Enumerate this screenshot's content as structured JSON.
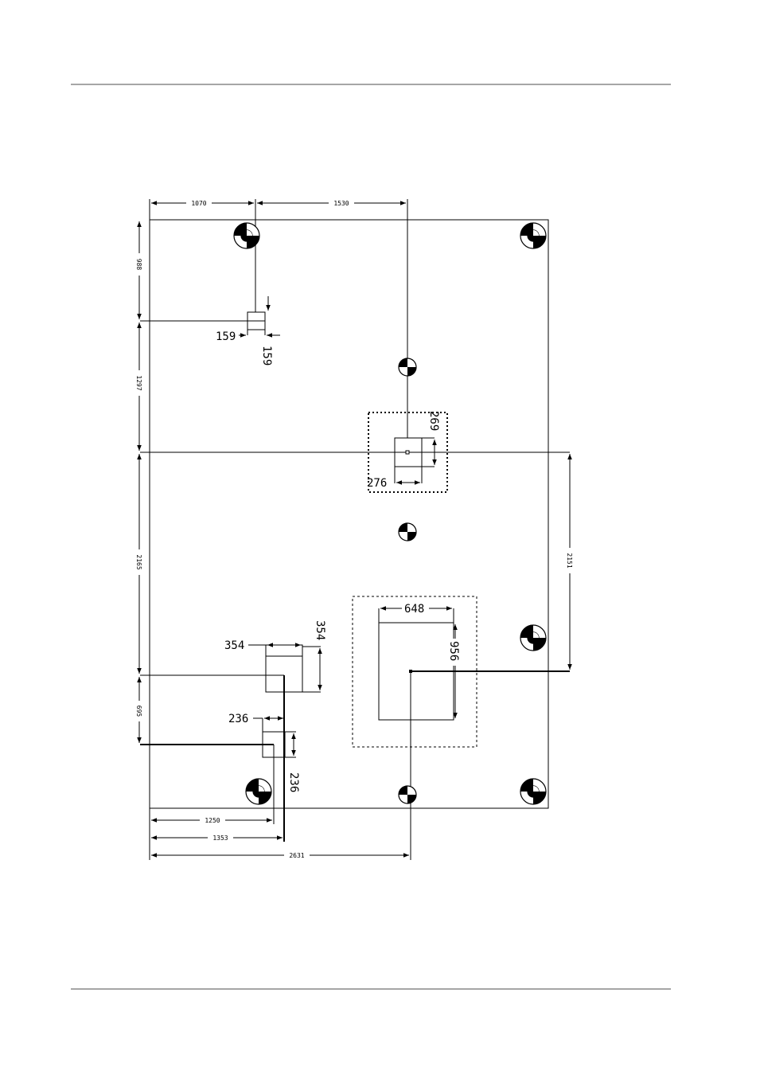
{
  "dimensions": {
    "top_left": "1070",
    "top_right": "1530",
    "left_1": "988",
    "left_2": "1297",
    "left_3": "2165",
    "left_4": "695",
    "bottom_1": "1250",
    "bottom_2": "1353",
    "bottom_3": "2631",
    "right_1": "2151",
    "small_w": "159",
    "small_h": "159",
    "center_w": "276",
    "center_h": "269",
    "mid_w": "354",
    "mid_h": "354",
    "low_w": "236",
    "low_h": "236",
    "big_w": "648",
    "big_h": "956"
  },
  "symbols": {
    "icon": "center-of-gravity-icon"
  }
}
